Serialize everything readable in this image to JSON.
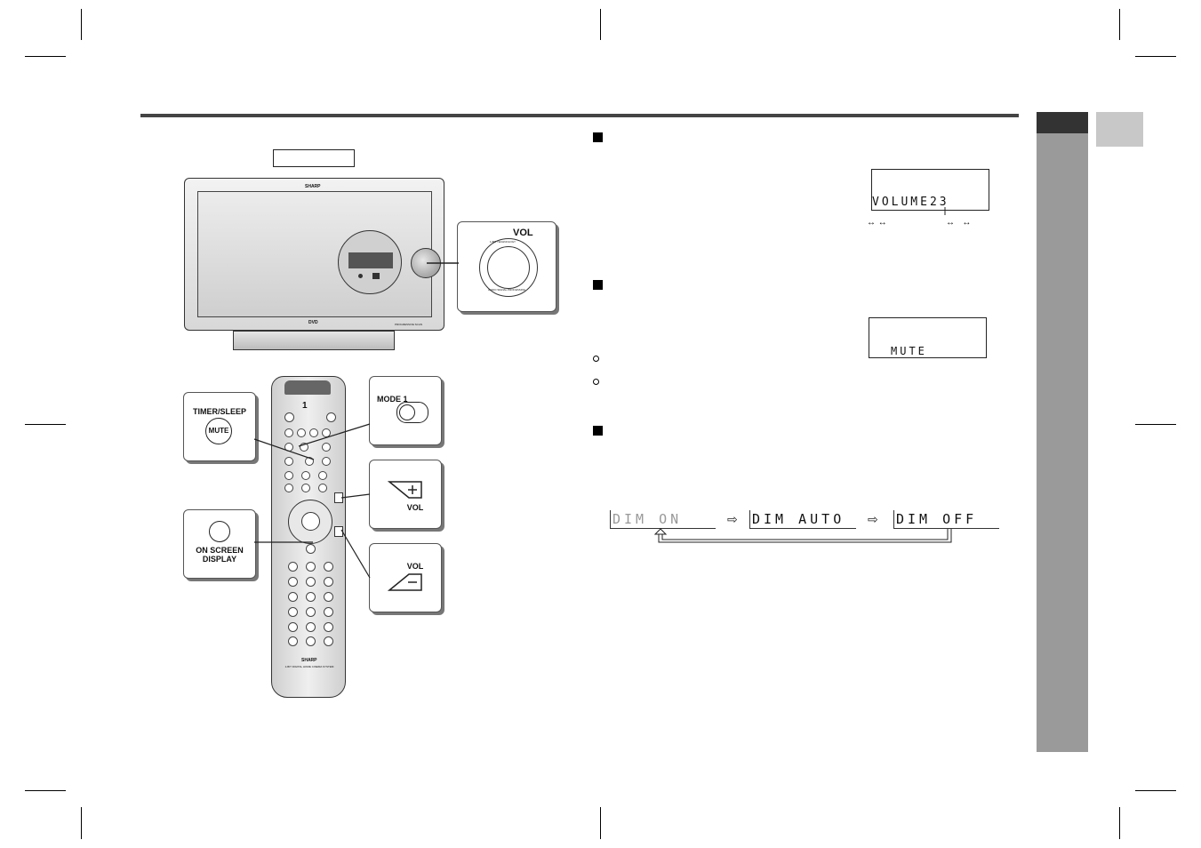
{
  "device_label_box": "",
  "brand": "SHARP",
  "disc_logo": "DVD",
  "unit_model": "PROGRESSIVE SCAN",
  "vol_knob": {
    "label": "VOL",
    "ring_top": "1-BIT TECHNOLOGY",
    "ring_bottom": "AUDIO SIGNAL PROCESSING"
  },
  "callouts": {
    "timer_sleep": "TIMER/SLEEP",
    "mute": "MUTE",
    "mode": "MODE 1",
    "vol": "VOL",
    "on_screen": "ON SCREEN",
    "display": "DISPLAY"
  },
  "remote": {
    "brand": "SHARP",
    "model": "1-BIT DIGITAL HOME CINEMA SYSTEM"
  },
  "lcd": {
    "volume": "VOLUME23",
    "mute": "MUTE"
  },
  "dimmer_sequence": [
    "DIM ON",
    "DIM AUTO",
    "DIM OFF"
  ],
  "colors": {
    "rule": "#444444",
    "side_tab": "#9a9a9a",
    "side_tab_dark": "#333333",
    "chapter_box": "#c8c8c8",
    "dim_inactive": "#999999",
    "dim_active": "#111111"
  }
}
